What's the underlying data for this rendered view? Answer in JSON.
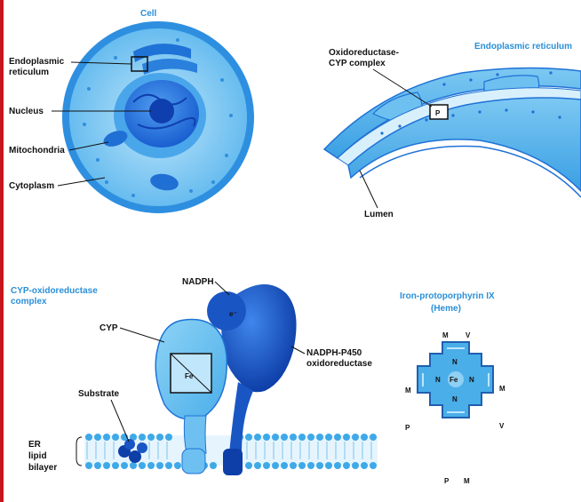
{
  "cell_panel": {
    "title": "Cell",
    "labels": {
      "er": [
        "Endoplasmic",
        "reticulum"
      ],
      "nucleus": "Nucleus",
      "mitochondria": "Mitochondria",
      "cytoplasm": "Cytoplasm"
    }
  },
  "er_panel": {
    "title": "Endoplasmic reticulum",
    "complex_label": [
      "Oxidoreductase-",
      "CYP complex"
    ],
    "box_mark": "P",
    "lumen": "Lumen"
  },
  "complex_panel": {
    "title": [
      "CYP-oxidoreductase",
      "complex"
    ],
    "nadph": "NADPH",
    "cyp": "CYP",
    "reductase": [
      "NADPH-P450",
      "oxidoreductase"
    ],
    "substrate": "Substrate",
    "bilayer": [
      "ER",
      "lipid",
      "bilayer"
    ],
    "fe": "Fe",
    "electron": "e⁻"
  },
  "heme_panel": {
    "title": [
      "Iron-protoporphyrin IX",
      "(Heme)"
    ],
    "fe": "Fe",
    "n": "N",
    "sub_top_left": "M",
    "sub_top_right": "V",
    "sub_left_upper": "M",
    "sub_left_lower": "P",
    "sub_right_upper": "M",
    "sub_right_lower": "V",
    "sub_bottom_left": "P",
    "sub_bottom_right": "M"
  },
  "colors": {
    "light_blue": "#8fd0f3",
    "mid_blue": "#3fa9e8",
    "dark_blue": "#1860c8",
    "deep_blue": "#0e3fa8",
    "accent_red": "#c4161c"
  }
}
